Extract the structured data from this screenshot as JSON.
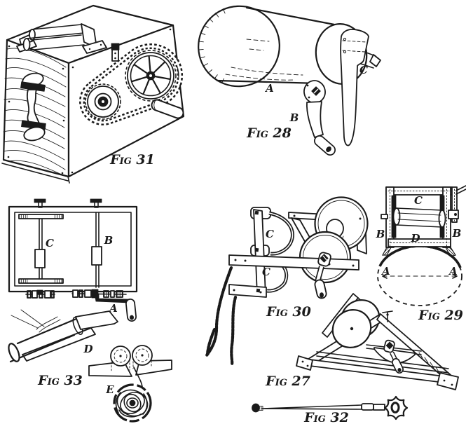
{
  "page": {
    "background": "#ffffff",
    "ink": "#1a1a1a"
  },
  "figures": {
    "fig31": {
      "label": "Fig 31"
    },
    "fig28": {
      "label": "Fig 28",
      "parts": {
        "a": "A",
        "b": "B",
        "c": "C"
      }
    },
    "fig33": {
      "label": "Fig 33",
      "parts": {
        "a": "A",
        "b": "B",
        "c": "C",
        "d": "D",
        "e": "E"
      }
    },
    "fig30": {
      "label": "Fig 30",
      "parts": {
        "c_upper": "C",
        "c_lower": "C"
      }
    },
    "fig29": {
      "label": "Fig 29",
      "parts": {
        "a_left": "A",
        "a_right": "A",
        "b_left": "B",
        "b_right": "B",
        "c": "C",
        "d": "D"
      }
    },
    "fig27": {
      "label": "Fig 27"
    },
    "fig32": {
      "label": "Fig 32"
    }
  }
}
